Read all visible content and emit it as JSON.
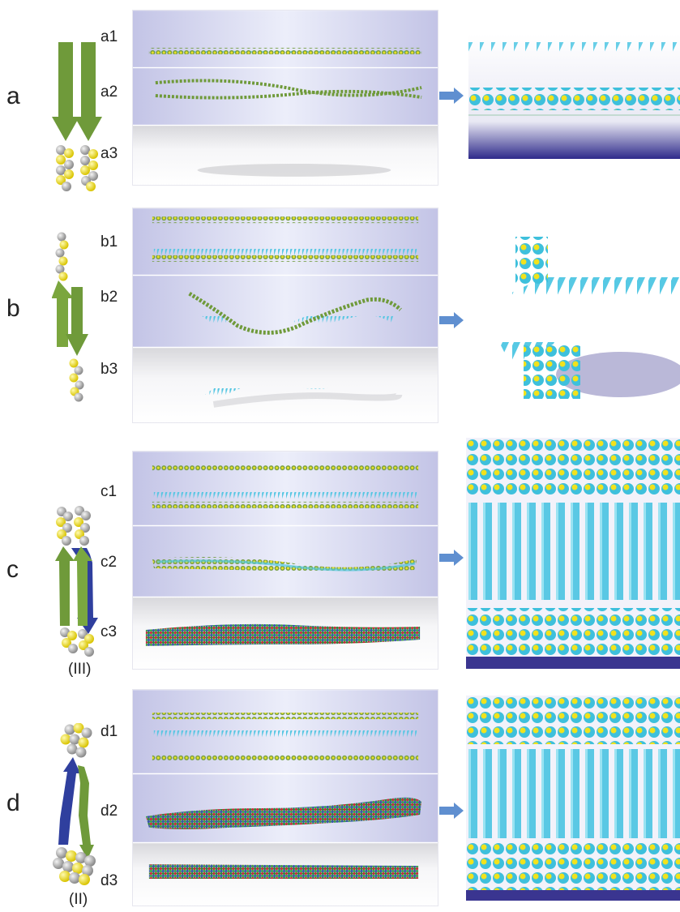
{
  "rows": [
    {
      "id": "a",
      "letter": "a",
      "subs": [
        "a1",
        "a2",
        "a3"
      ],
      "roman": ""
    },
    {
      "id": "b",
      "letter": "b",
      "subs": [
        "b1",
        "b2",
        "b3"
      ],
      "roman": ""
    },
    {
      "id": "c",
      "letter": "c",
      "subs": [
        "c1",
        "c2",
        "c3"
      ],
      "roman": "(III)"
    },
    {
      "id": "d",
      "letter": "d",
      "subs": [
        "d1",
        "d2",
        "d3"
      ],
      "roman": "(II)"
    }
  ],
  "colors": {
    "strand_green": "#6f9a3a",
    "strand_blue": "#2f3f9e",
    "ribbon_cyan": "#4fc8e0",
    "bead_yellow": "#f2e21c",
    "bead_grey": "#a8a8a8",
    "bg_lavender": "#cfd0ea",
    "arrow_blue": "#5f8fd0",
    "residue_red": "#c8283a"
  }
}
